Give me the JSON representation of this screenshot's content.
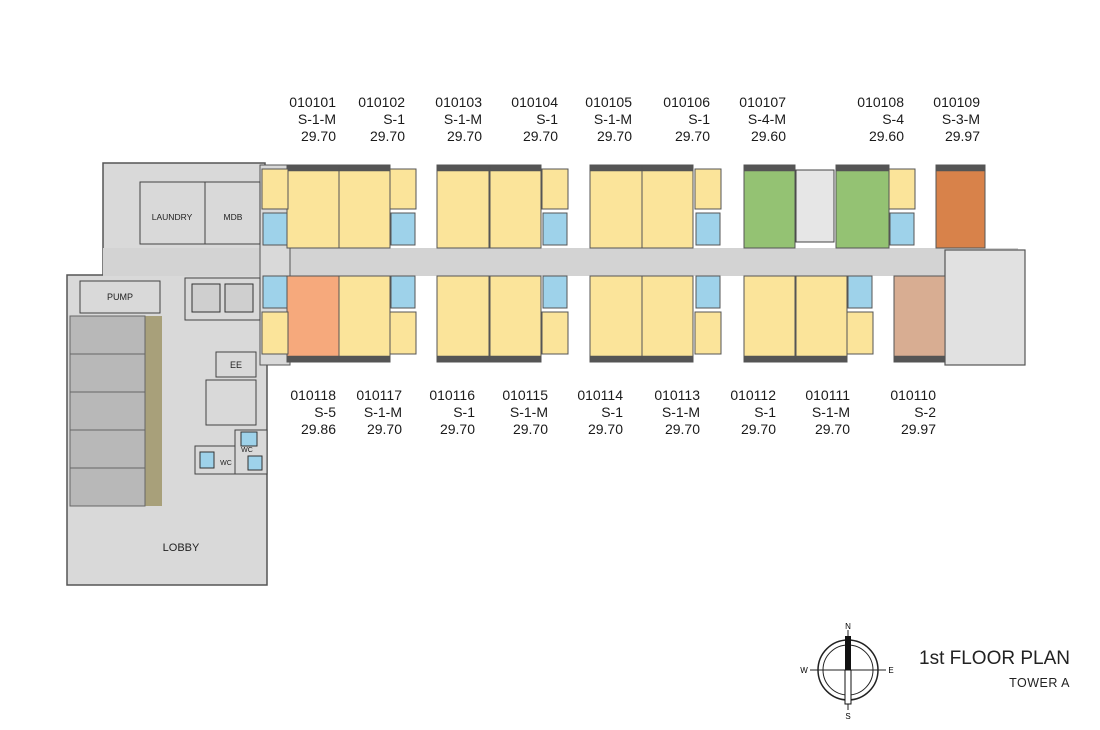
{
  "top_units": [
    {
      "id": "010101",
      "type": "S-1-M",
      "area": "29.70"
    },
    {
      "id": "010102",
      "type": "S-1",
      "area": "29.70"
    },
    {
      "id": "010103",
      "type": "S-1-M",
      "area": "29.70"
    },
    {
      "id": "010104",
      "type": "S-1",
      "area": "29.70"
    },
    {
      "id": "010105",
      "type": "S-1-M",
      "area": "29.70"
    },
    {
      "id": "010106",
      "type": "S-1",
      "area": "29.70"
    },
    {
      "id": "010107",
      "type": "S-4-M",
      "area": "29.60"
    },
    {
      "id": "010108",
      "type": "S-4",
      "area": "29.60"
    },
    {
      "id": "010109",
      "type": "S-3-M",
      "area": "29.97"
    }
  ],
  "bottom_units": [
    {
      "id": "010118",
      "type": "S-5",
      "area": "29.86"
    },
    {
      "id": "010117",
      "type": "S-1-M",
      "area": "29.70"
    },
    {
      "id": "010116",
      "type": "S-1",
      "area": "29.70"
    },
    {
      "id": "010115",
      "type": "S-1-M",
      "area": "29.70"
    },
    {
      "id": "010114",
      "type": "S-1",
      "area": "29.70"
    },
    {
      "id": "010113",
      "type": "S-1-M",
      "area": "29.70"
    },
    {
      "id": "010112",
      "type": "S-1",
      "area": "29.70"
    },
    {
      "id": "010111",
      "type": "S-1-M",
      "area": "29.70"
    },
    {
      "id": "010110",
      "type": "S-2",
      "area": "29.97"
    }
  ],
  "rooms": {
    "laundry": "LAUNDRY",
    "mdb": "MDB",
    "pump": "PUMP",
    "ee": "EE",
    "wc": "WC",
    "lobby": "LOBBY"
  },
  "compass": {
    "n": "N",
    "s": "S",
    "e": "E",
    "w": "W"
  },
  "plan": {
    "title": "1st FLOOR PLAN",
    "subtitle": "TOWER A"
  },
  "colors": {
    "unit_yellow": "#fbe49a",
    "unit_green": "#94c273",
    "unit_orange_dark": "#d8824a",
    "unit_salmon": "#f6a97c",
    "unit_tan": "#d8ad92",
    "common_gray": "#d9d9d9",
    "corridor": "#d3d3d3",
    "bath_blue": "#9ed2ea",
    "parking_gray": "#b8b8b8",
    "parking_olive": "#a8a07a"
  },
  "icons": [
    "compass-icon",
    "toilet-icon",
    "elevator-icon",
    "stair-icon",
    "door-swing-icon"
  ]
}
